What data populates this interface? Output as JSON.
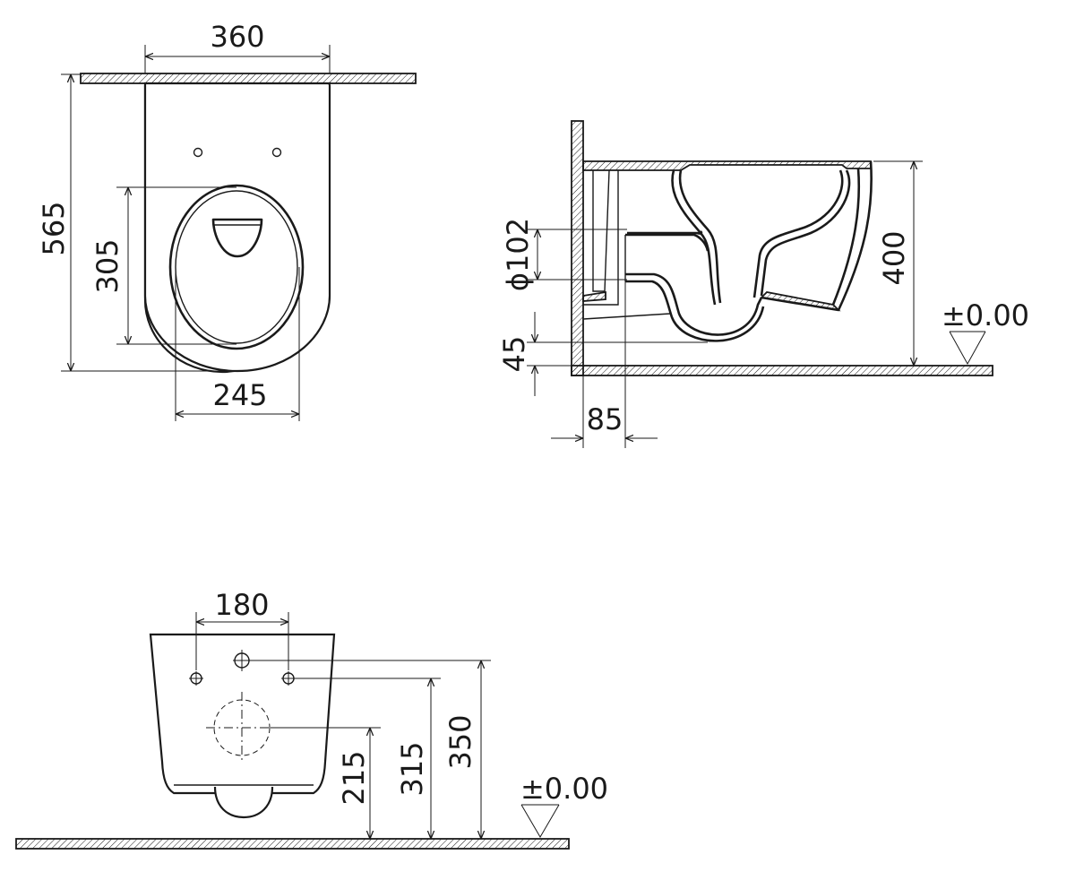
{
  "top_view": {
    "width_dim": "360",
    "length_dim": "565",
    "seat_length_dim": "305",
    "seat_width_dim": "245"
  },
  "side_view": {
    "pipe_dim": "ϕ102",
    "height_dim": "400",
    "outlet_height_dim": "45",
    "wall_offset_dim": "85",
    "level_label": "±0.00"
  },
  "back_view": {
    "hole_spacing_dim": "180",
    "dim_215": "215",
    "dim_315": "315",
    "dim_350": "350",
    "level_label": "±0.00"
  }
}
